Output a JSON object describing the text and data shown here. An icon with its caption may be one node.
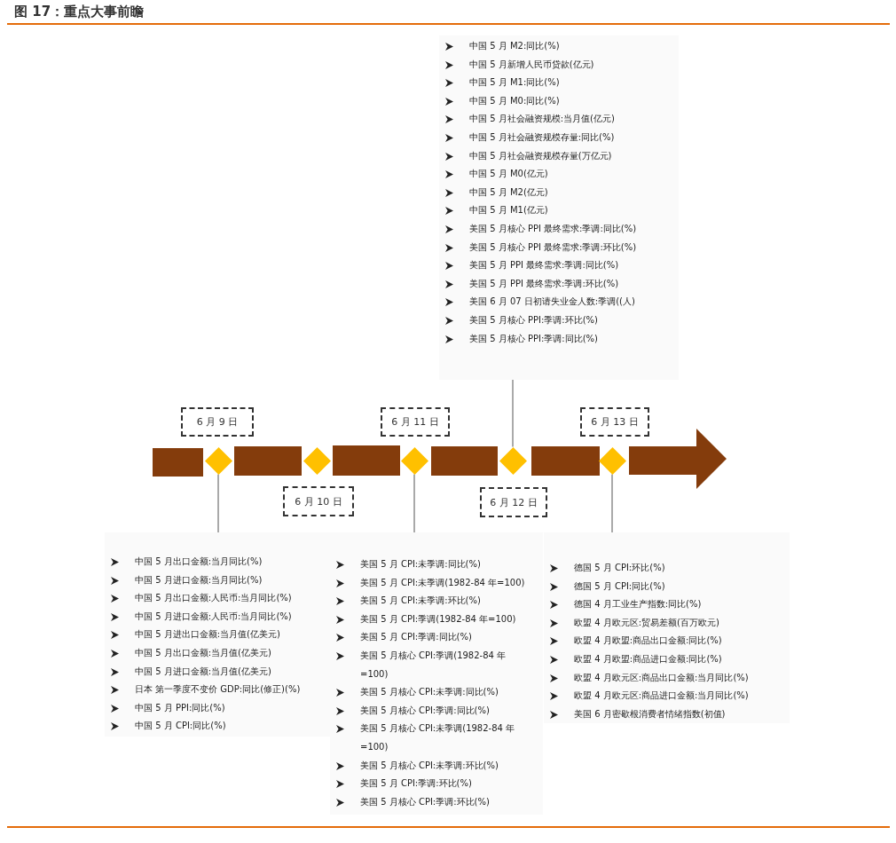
{
  "diagram": {
    "title": "图 17：重点大事前瞻",
    "nodes": [
      {
        "text": [
          "中国 5 月 M2:同比(%)",
          "中国 5 月新增人民币贷款(亿元)",
          "中国 5 月 M1:同比(%)",
          "中国 5 月 M0:同比(%)",
          "中国 5 月社会融资规模:当月值(亿元)",
          "中国 5 月社会融资规模存量:同比(%)",
          "中国 5 月社会融资规模存量(万亿元)",
          "中国 5 月 M0(亿元)",
          "中国 5 月 M2(亿元)",
          "中国 5 月 M1(亿元)",
          "美国 5 月核心 PPI 最终需求:季调:同比(%)",
          "美国 5 月核心 PPI 最终需求:季调:环比(%)",
          "美国 5 月 PPI 最终需求:季调:同比(%)",
          "美国 5 月 PPI 最终需求:季调:环比(%)",
          "美国 6 月 07 日初请失业金人数:季调((人)",
          "美国 5 月核心 PPI:季调:环比(%)",
          "美国 5 月核心 PPI:季调:同比(%)"
        ]
      },
      {
        "text": [
          "6 月 9 日"
        ]
      },
      {
        "text": [
          "6 月 11 日"
        ]
      },
      {
        "text": [
          "6 月 13 日"
        ]
      },
      {
        "text": [],
        "shape": "bar"
      },
      {
        "text": [],
        "shape": "diamond"
      },
      {
        "text": [],
        "shape": "bar"
      },
      {
        "text": [],
        "shape": "diamond"
      },
      {
        "text": [],
        "shape": "bar"
      },
      {
        "text": [],
        "shape": "diamond"
      },
      {
        "text": [],
        "shape": "bar"
      },
      {
        "text": [],
        "shape": "diamond"
      },
      {
        "text": [],
        "shape": "bar"
      },
      {
        "text": [],
        "shape": "diamond"
      },
      {
        "text": [],
        "shape": "arrow"
      },
      {
        "text": [
          "6 月 10 日"
        ]
      },
      {
        "text": [
          "6 月 12 日"
        ]
      },
      {
        "text": [
          "中国 5 月出口金额:当月同比(%)",
          "中国 5 月进口金额:当月同比(%)",
          "中国 5 月出口金额:人民币:当月同比(%)",
          "中国 5 月进口金额:人民币:当月同比(%)",
          "中国 5 月进出口金额:当月值(亿美元)",
          "中国 5 月出口金额:当月值(亿美元)",
          "中国 5 月进口金额:当月值(亿美元)",
          "日本 第一季度不变价 GDP:同比(修正)(%)",
          "中国 5 月 PPI:同比(%)",
          "中国 5 月 CPI:同比(%)"
        ]
      },
      {
        "text": [
          "美国 5 月 CPI:未季调:同比(%)",
          "美国 5 月 CPI:未季调(1982-84 年=100)",
          "美国 5 月 CPI:未季调:环比(%)",
          "美国 5 月 CPI:季调(1982-84 年=100)",
          "美国 5 月 CPI:季调:同比(%)",
          "美国 5 月核心 CPI:季调(1982-84 年=100)",
          "美国 5 月核心 CPI:未季调:同比(%)",
          "美国 5 月核心 CPI:季调:同比(%)",
          "美国 5 月核心 CPI:未季调(1982-84 年=100)",
          "美国 5 月核心 CPI:未季调:环比(%)",
          "美国 5 月 CPI:季调:环比(%)",
          "美国 5 月核心 CPI:季调:环比(%)"
        ]
      },
      {
        "text": [
          "德国 5 月 CPI:环比(%)",
          "德国 5 月 CPI:同比(%)",
          "德国 4 月工业生产指数:同比(%)",
          "欧盟 4 月欧元区:贸易差额(百万欧元)",
          "欧盟 4 月欧盟:商品出口金额:同比(%)",
          "欧盟 4 月欧盟:商品进口金额:同比(%)",
          "欧盟 4 月欧元区:商品出口金额:当月同比(%)",
          "欧盟 4 月欧元区:商品进口金额:当月同比(%)",
          "美国 6 月密歇根消费者情绪指数(初值)"
        ]
      }
    ],
    "edges": [
      {
        "from": 5,
        "to": 17,
        "arrow": "none"
      },
      {
        "from": 9,
        "to": 18,
        "arrow": "none"
      },
      {
        "from": 11,
        "to": 0,
        "arrow": "none"
      },
      {
        "from": 13,
        "to": 19,
        "arrow": "none"
      }
    ]
  }
}
